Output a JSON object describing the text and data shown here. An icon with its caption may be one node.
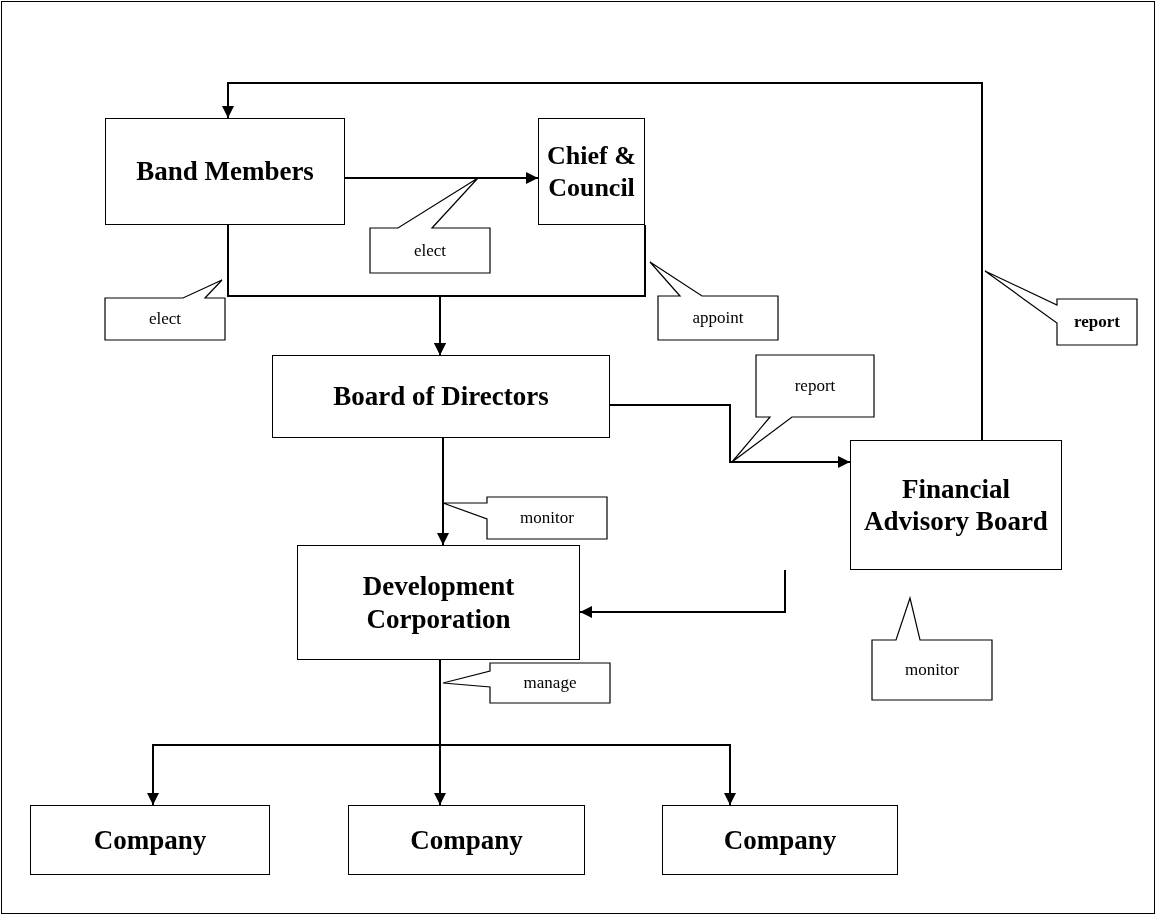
{
  "diagram": {
    "nodes": [
      {
        "text": [
          "Band Members"
        ]
      },
      {
        "text": [
          "Chief & Council"
        ]
      },
      {
        "text": [
          "report"
        ]
      },
      {
        "text": [
          "elect"
        ]
      },
      {
        "text": [
          "elect"
        ]
      },
      {
        "text": [
          "appoint"
        ]
      },
      {
        "text": [
          "Board of Directors"
        ]
      },
      {
        "text": [
          "report"
        ]
      },
      {
        "text": [
          "Financial Advisory Board"
        ]
      },
      {
        "text": [
          "monitor"
        ]
      },
      {
        "text": [
          "Development Corporation"
        ]
      },
      {
        "text": [
          "manage"
        ]
      },
      {
        "text": [
          "monitor"
        ]
      },
      {
        "text": [
          "Company"
        ]
      },
      {
        "text": [
          "Company"
        ]
      },
      {
        "text": [
          "Company"
        ]
      }
    ],
    "edges": [
      {
        "from": 0,
        "to": 1,
        "arrow": "to"
      },
      {
        "from": 0,
        "to": 6,
        "arrow": "to"
      },
      {
        "from": 1,
        "to": 6,
        "arrow": "to"
      },
      {
        "from": 6,
        "to": 8,
        "arrow": "to"
      },
      {
        "from": 8,
        "to": 0,
        "arrow": "to"
      },
      {
        "from": 6,
        "to": 10,
        "arrow": "to"
      },
      {
        "from": 8,
        "to": 10,
        "arrow": "to"
      },
      {
        "from": 10,
        "to": 13,
        "arrow": "to"
      },
      {
        "from": 10,
        "to": 14,
        "arrow": "to"
      },
      {
        "from": 10,
        "to": 15,
        "arrow": "to"
      }
    ]
  }
}
